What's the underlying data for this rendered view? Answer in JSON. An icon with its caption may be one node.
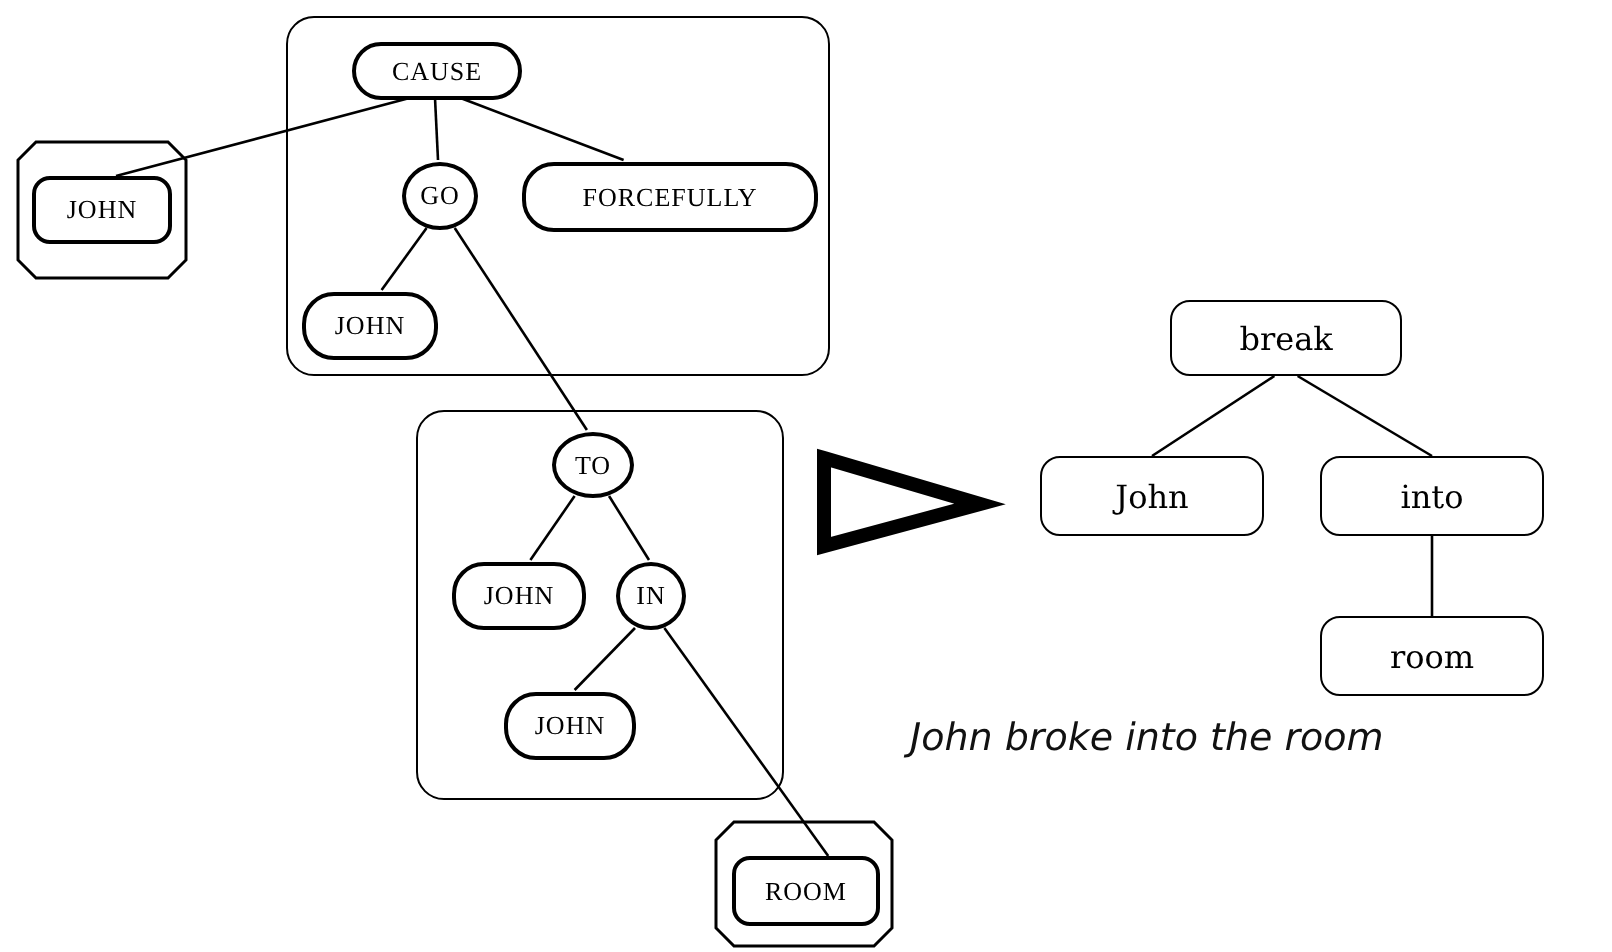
{
  "diagram": {
    "caption": "John broke into the room",
    "nodes": [
      {
        "text": [],
        "shape": "box"
      },
      {
        "text": [
          "CAUSE"
        ],
        "in": 0
      },
      {
        "text": [],
        "shape": "octagon"
      },
      {
        "text": [
          "JOHN"
        ],
        "in": 2
      },
      {
        "text": [
          "GO"
        ],
        "in": 0
      },
      {
        "text": [
          "FORCEFULLY"
        ],
        "in": 0
      },
      {
        "text": [
          "JOHN"
        ],
        "in": 0
      },
      {
        "text": [],
        "shape": "box"
      },
      {
        "text": [
          "TO"
        ],
        "in": 7
      },
      {
        "text": [
          "JOHN"
        ],
        "in": 7
      },
      {
        "text": [
          "IN"
        ],
        "in": 7
      },
      {
        "text": [
          "JOHN"
        ],
        "in": 7
      },
      {
        "text": [],
        "shape": "octagon"
      },
      {
        "text": [
          "ROOM"
        ],
        "in": 12
      },
      {
        "text": [
          "break"
        ]
      },
      {
        "text": [
          "John"
        ]
      },
      {
        "text": [
          "into"
        ]
      },
      {
        "text": [
          "room"
        ]
      }
    ],
    "edges": [
      {
        "from": 1,
        "to": 3,
        "arrow": "none"
      },
      {
        "from": 1,
        "to": 4,
        "arrow": "none"
      },
      {
        "from": 1,
        "to": 5,
        "arrow": "none"
      },
      {
        "from": 4,
        "to": 6,
        "arrow": "none"
      },
      {
        "from": 4,
        "to": 8,
        "arrow": "none"
      },
      {
        "from": 8,
        "to": 9,
        "arrow": "none"
      },
      {
        "from": 8,
        "to": 10,
        "arrow": "none"
      },
      {
        "from": 10,
        "to": 11,
        "arrow": "none"
      },
      {
        "from": 10,
        "to": 13,
        "arrow": "none"
      },
      {
        "from": 14,
        "to": 15,
        "arrow": "none"
      },
      {
        "from": 14,
        "to": 16,
        "arrow": "none"
      },
      {
        "from": 16,
        "to": 17,
        "arrow": "none"
      }
    ]
  }
}
